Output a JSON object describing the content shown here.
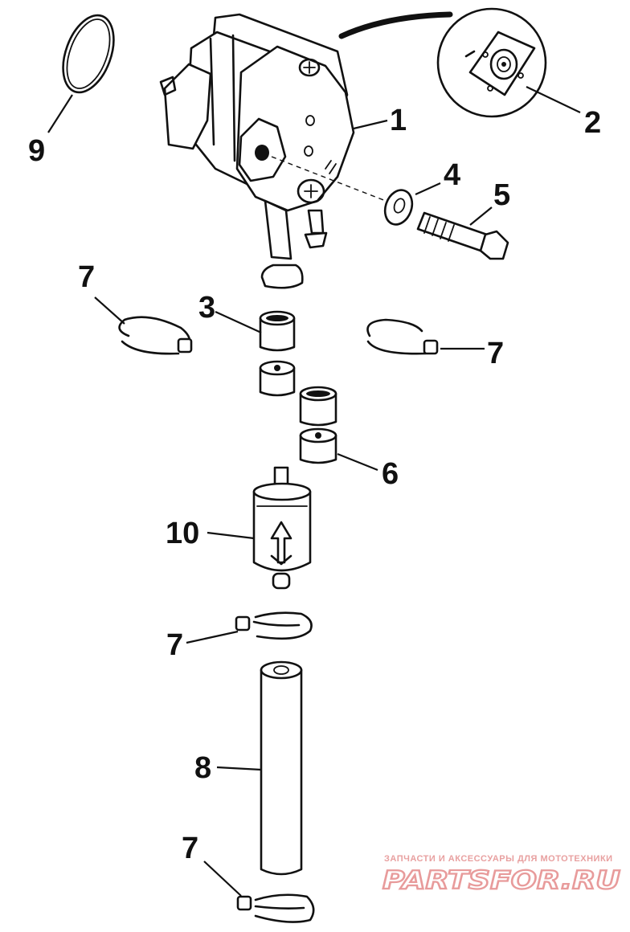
{
  "callouts": [
    {
      "id": "c1",
      "text": "1"
    },
    {
      "id": "c2",
      "text": "2"
    },
    {
      "id": "c3",
      "text": "3"
    },
    {
      "id": "c4",
      "text": "4"
    },
    {
      "id": "c5",
      "text": "5"
    },
    {
      "id": "c6",
      "text": "6"
    },
    {
      "id": "c7a",
      "text": "7"
    },
    {
      "id": "c7b",
      "text": "7"
    },
    {
      "id": "c7c",
      "text": "7"
    },
    {
      "id": "c7d",
      "text": "7"
    },
    {
      "id": "c8",
      "text": "8"
    },
    {
      "id": "c9",
      "text": "9"
    },
    {
      "id": "c10",
      "text": "10"
    }
  ],
  "watermark": {
    "tagline": "ЗАПЧАСТИ И АКСЕССУАРЫ ДЛЯ МОТОТЕХНИКИ",
    "brand": "PARTSFOR.RU"
  },
  "colors": {
    "ink": "#111111",
    "watermark": "#e89b9b",
    "background": "#ffffff"
  }
}
